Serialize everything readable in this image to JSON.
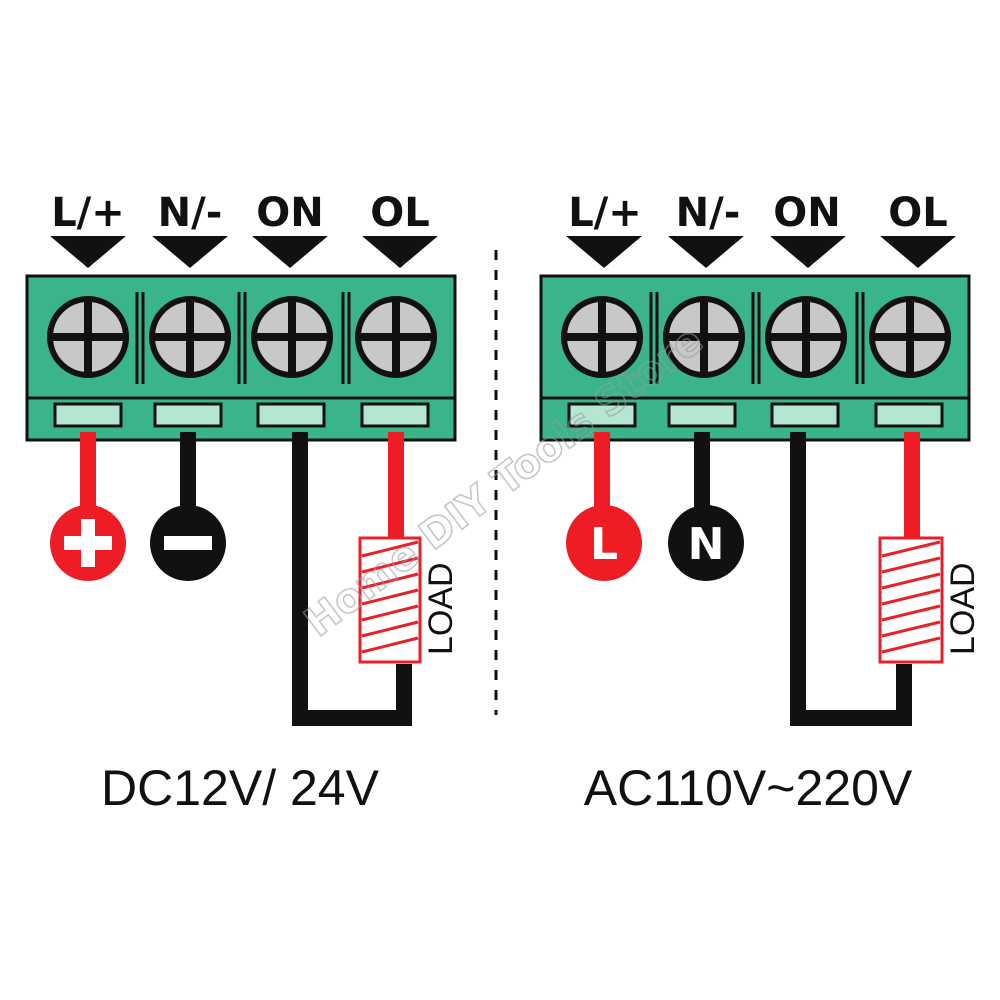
{
  "colors": {
    "terminal_green": "#3ab58a",
    "wire_red": "#ee1c24",
    "wire_black": "#111111",
    "screw_gray": "#c8c8c8",
    "coil_red": "#e8202a"
  },
  "left_block": {
    "labels": [
      "L/+",
      "N/-",
      "ON",
      "OL"
    ],
    "terminal_positive_symbol": "+",
    "terminal_negative_symbol": "−",
    "load_label": "LOAD",
    "caption": "DC12V/ 24V"
  },
  "right_block": {
    "labels": [
      "L/+",
      "N/-",
      "ON",
      "OL"
    ],
    "terminal_live_letter": "L",
    "terminal_neutral_letter": "N",
    "load_label": "LOAD",
    "caption": "AC110V~220V"
  },
  "watermark": "Home DIY Tools Store",
  "icons": [
    "screw-icon",
    "down-arrow-icon",
    "coil-icon"
  ]
}
